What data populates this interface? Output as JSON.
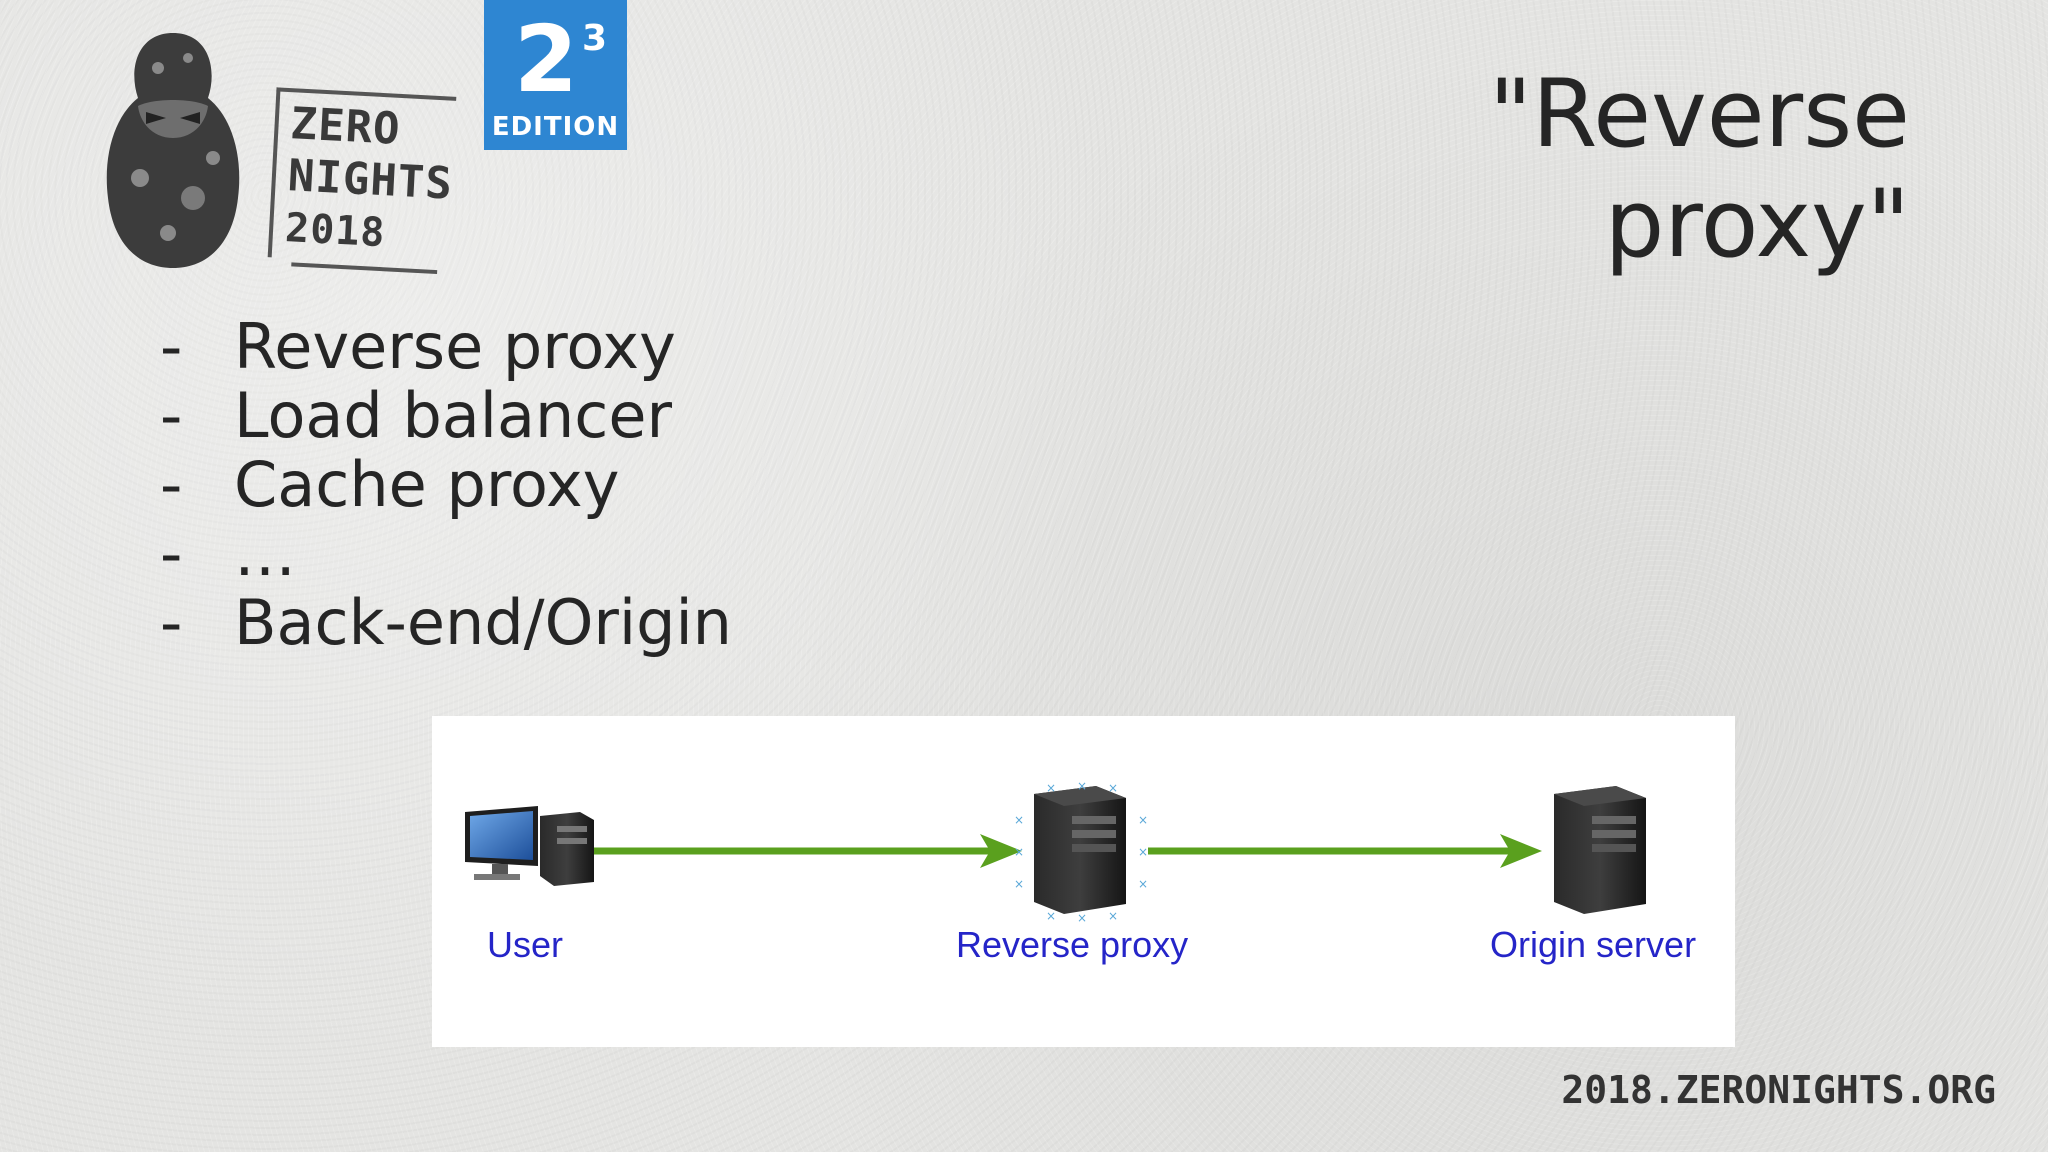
{
  "logo": {
    "line1": "ZERO",
    "line2": "NIGHTS",
    "line3": "2018",
    "badge_base": "2",
    "badge_sup": "3",
    "badge_text": "EDITION"
  },
  "title": "\"Reverse proxy\"",
  "bullets": [
    {
      "marker": "-",
      "text": "Reverse proxy"
    },
    {
      "marker": "-",
      "text": "Load balancer"
    },
    {
      "marker": "-",
      "text": "Cache proxy"
    },
    {
      "marker": "-",
      "text": "…"
    },
    {
      "marker": "-",
      "text": "Back-end/Origin"
    }
  ],
  "diagram": {
    "nodes": [
      {
        "label": "User",
        "icon": "desktop-computer-icon"
      },
      {
        "label": "Reverse proxy",
        "icon": "server-tower-icon"
      },
      {
        "label": "Origin server",
        "icon": "server-tower-icon"
      }
    ],
    "arrow_color": "#5aa01e",
    "label_color": "#2525c8"
  },
  "footer": "2018.ZERONIGHTS.ORG",
  "colors": {
    "badge": "#2e86d2"
  }
}
